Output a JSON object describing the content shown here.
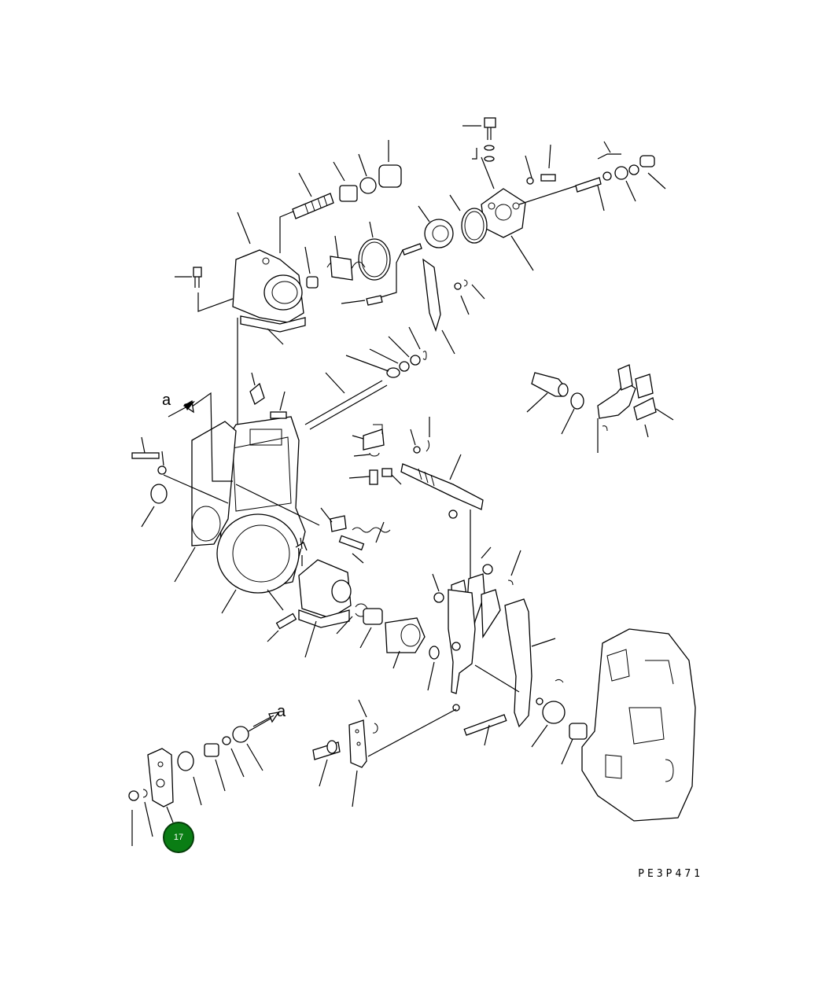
{
  "diagram": {
    "drawing_code": "PE3P471",
    "view_marker": "a",
    "callouts": [
      {
        "number": "17",
        "color": "#0a7d14"
      }
    ]
  }
}
